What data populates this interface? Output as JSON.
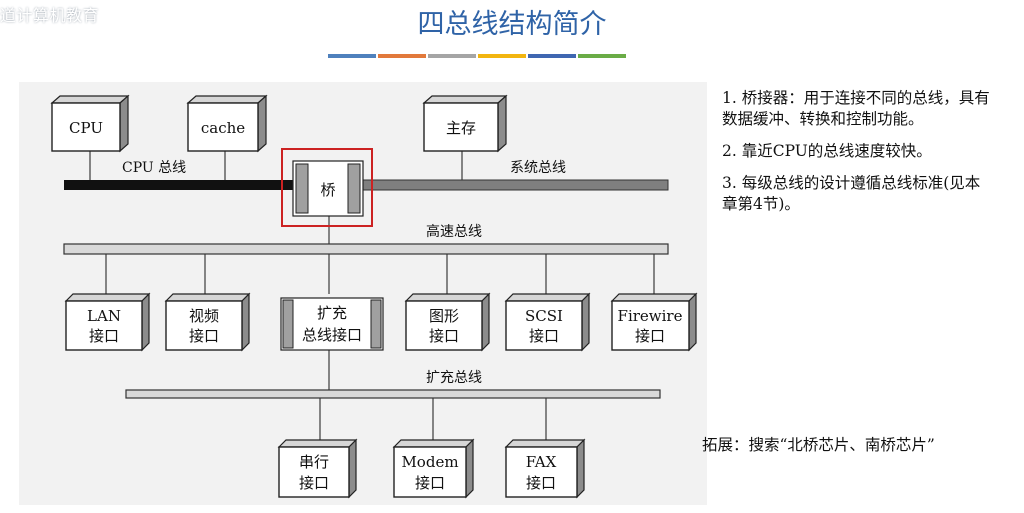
{
  "watermark": "道计算机教育",
  "title": "四总线结构简介",
  "color_bars": [
    "#4f81bd",
    "#e2793b",
    "#a5a5a5",
    "#f2b50f",
    "#3f67b1",
    "#6aac46"
  ],
  "diagram": {
    "components": {
      "cpu": "CPU",
      "cache": "cache",
      "main_memory": "主存",
      "bridge": "桥",
      "lan_1": "LAN",
      "lan_2": "接口",
      "video_1": "视频",
      "video_2": "接口",
      "ext_if_1": "扩充",
      "ext_if_2": "总线接口",
      "graphics_1": "图形",
      "graphics_2": "接口",
      "scsi_1": "SCSI",
      "scsi_2": "接口",
      "firewire_1": "Firewire",
      "firewire_2": "接口",
      "serial_1": "串行",
      "serial_2": "接口",
      "modem_1": "Modem",
      "modem_2": "接口",
      "fax_1": "FAX",
      "fax_2": "接口"
    },
    "buses": {
      "cpu_bus": "CPU 总线",
      "system_bus": "系统总线",
      "high_speed_bus": "高速总线",
      "expansion_bus": "扩充总线"
    }
  },
  "notes": [
    "1. 桥接器：用于连接不同的总线，具有数据缓冲、转换和控制功能。",
    "2. 靠近CPU的总线速度较快。",
    "3. 每级总线的设计遵循总线标准(见本章第4节)。"
  ],
  "extension": "拓展：搜索“北桥芯片、南桥芯片”",
  "colors": {
    "title": "#2f63a7",
    "highlight": "#cc2222",
    "cpu_bus": "#111111",
    "bus_gray": "#7f7f7f"
  }
}
